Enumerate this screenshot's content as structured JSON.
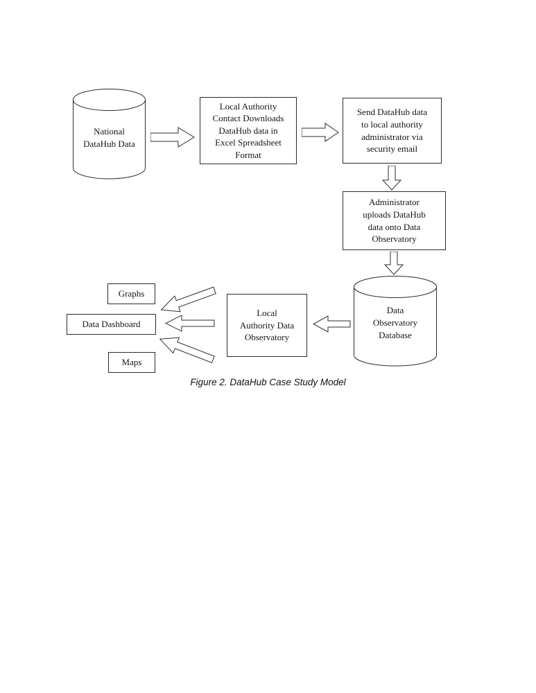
{
  "figure": {
    "caption": "Figure 2. DataHub Case Study Model"
  },
  "nodes": {
    "national_datahub": {
      "label": "National\nDataHub Data"
    },
    "download_excel": {
      "label": "Local Authority\nContact Downloads\nDataHub data in\nExcel Spreadsheet\nFormat"
    },
    "send_email": {
      "label": "Send DataHub data\nto local authority\nadministrator via\nsecurity email"
    },
    "admin_upload": {
      "label": "Administrator\nuploads DataHub\ndata onto Data\nObservatory"
    },
    "observatory_db": {
      "label": "Data\nObservatory\nDatabase"
    },
    "local_observatory": {
      "label": "Local\nAuthority Data\nObservatory"
    },
    "graphs": {
      "label": "Graphs"
    },
    "dashboard": {
      "label": "Data Dashboard"
    },
    "maps": {
      "label": "Maps"
    }
  }
}
